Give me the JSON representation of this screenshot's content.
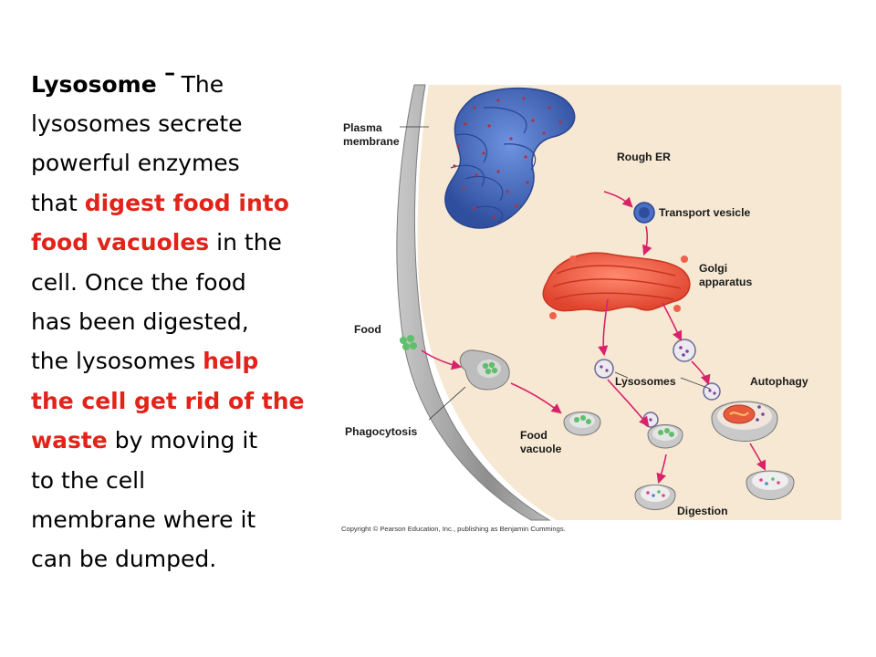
{
  "paragraph": {
    "term": "Lysosome",
    "dash": "-",
    "lines": [
      [
        {
          "t": "The",
          "s": "n"
        }
      ],
      [
        {
          "t": "lysosomes secrete",
          "s": "n"
        }
      ],
      [
        {
          "t": "powerful enzymes",
          "s": "n"
        }
      ],
      [
        {
          "t": "that ",
          "s": "n"
        },
        {
          "t": "digest food into",
          "s": "h"
        }
      ],
      [
        {
          "t": "food vacuoles",
          "s": "h"
        },
        {
          "t": " in the",
          "s": "n"
        }
      ],
      [
        {
          "t": "cell. Once the food",
          "s": "n"
        }
      ],
      [
        {
          "t": "has been digested,",
          "s": "n"
        }
      ],
      [
        {
          "t": "the lysosomes ",
          "s": "n"
        },
        {
          "t": "help",
          "s": "h"
        }
      ],
      [
        {
          "t": "the cell get rid of the",
          "s": "h"
        }
      ],
      [
        {
          "t": "waste",
          "s": "h"
        },
        {
          "t": " by moving it",
          "s": "n"
        }
      ],
      [
        {
          "t": "to the cell",
          "s": "n"
        }
      ],
      [
        {
          "t": "membrane where it",
          "s": "n"
        }
      ],
      [
        {
          "t": "can be dumped.",
          "s": "n"
        }
      ]
    ]
  },
  "diagram": {
    "labels": {
      "plasma_membrane": [
        "Plasma",
        "membrane"
      ],
      "rough_er": "Rough ER",
      "transport_vesicle": "Transport vesicle",
      "golgi": [
        "Golgi",
        "apparatus"
      ],
      "food": "Food",
      "lysosomes": "Lysosomes",
      "autophagy": "Autophagy",
      "phagocytosis": "Phagocytosis",
      "food_vacuole": [
        "Food",
        "vacuole"
      ],
      "digestion": "Digestion"
    },
    "copyright": "Copyright © Pearson Education, Inc., publishing as Benjamin Cummings."
  },
  "colors": {
    "highlight": "#e2231a",
    "cytoplasm": "#f6e8d2",
    "membrane": "#9a9a9a",
    "rough_er": "#4a6fc4",
    "golgi": "#f2604a",
    "arrow": "#d9226a",
    "food": "#5fbf6a",
    "lysosome_fill": "#ece9ef"
  }
}
